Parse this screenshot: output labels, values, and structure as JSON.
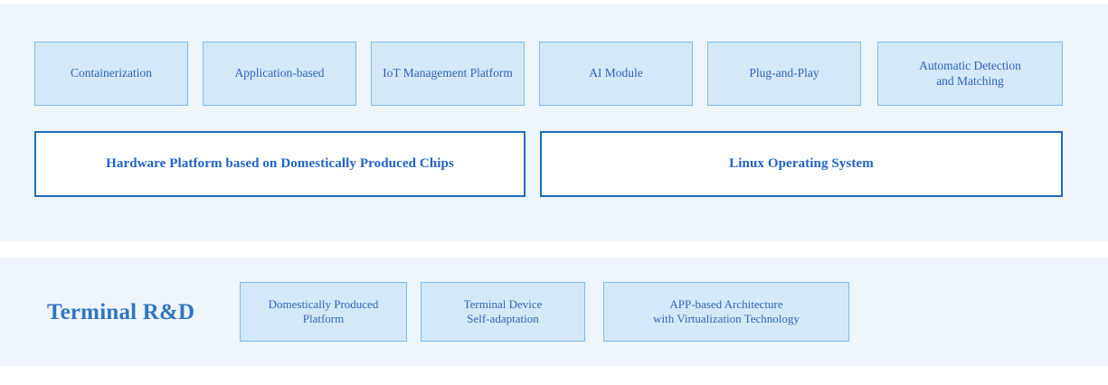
{
  "diagram": {
    "background_color": "#ffffff",
    "band_color": "#eff5fd",
    "accent_fill": "#d5e8fa",
    "accent_border": "#7cbcee",
    "strong_border": "#1f6cc0",
    "text_color": "#2d64b4",
    "title_color": "#2e76c4"
  },
  "capability_row": {
    "items": [
      {
        "label": "Containerization"
      },
      {
        "label": "Application-based"
      },
      {
        "label": "IoT Management Platform"
      },
      {
        "label": "AI Module"
      },
      {
        "label": "Plug-and-Play"
      },
      {
        "label": "Automatic Detection\nand Matching"
      }
    ]
  },
  "platform_row": {
    "items": [
      {
        "label": "Hardware Platform based on Domestically Produced Chips"
      },
      {
        "label": "Linux Operating System"
      }
    ]
  },
  "terminal_section": {
    "title": "Terminal R&D",
    "items": [
      {
        "label": "Domestically Produced\nPlatform"
      },
      {
        "label": "Terminal Device\nSelf-adaptation"
      },
      {
        "label": "APP-based Architecture\nwith Virtualization Technology"
      }
    ]
  }
}
